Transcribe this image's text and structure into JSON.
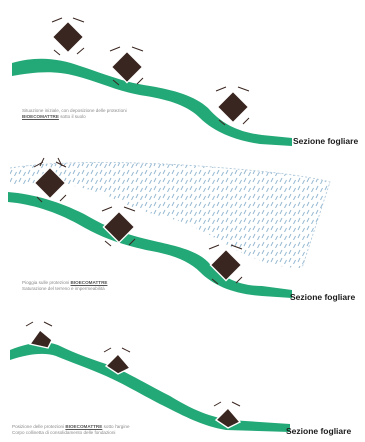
{
  "panels": [
    {
      "id": "p1",
      "caption_before": "Situazione iniziale, con deposizione delle protezioni",
      "caption_brand": "BIOECOMATTRE",
      "caption_after": "sotto il suolo",
      "section_label": "Sezione fogliare"
    },
    {
      "id": "p2",
      "caption_before": "Pioggia sulle protezioni",
      "caption_brand": "BIOECOMATTRE",
      "caption_after": "",
      "caption_line2": "Saturazione del terreno e impermeabilità",
      "section_label": "Sezione fogliare"
    },
    {
      "id": "p3",
      "caption_before": "Posizione delle protezioni",
      "caption_brand": "BIOECOMATTRE",
      "caption_after": "sotto l'argine",
      "caption_line2": "Corpo collinetta di consolidamento delle fondazioni",
      "section_label": "Sezione fogliare"
    }
  ],
  "colors": {
    "soil_band": "#23a877",
    "bank_protection": "#3a2620",
    "rain": "#8fb5cf",
    "caption_text": "#8a8a8a"
  }
}
